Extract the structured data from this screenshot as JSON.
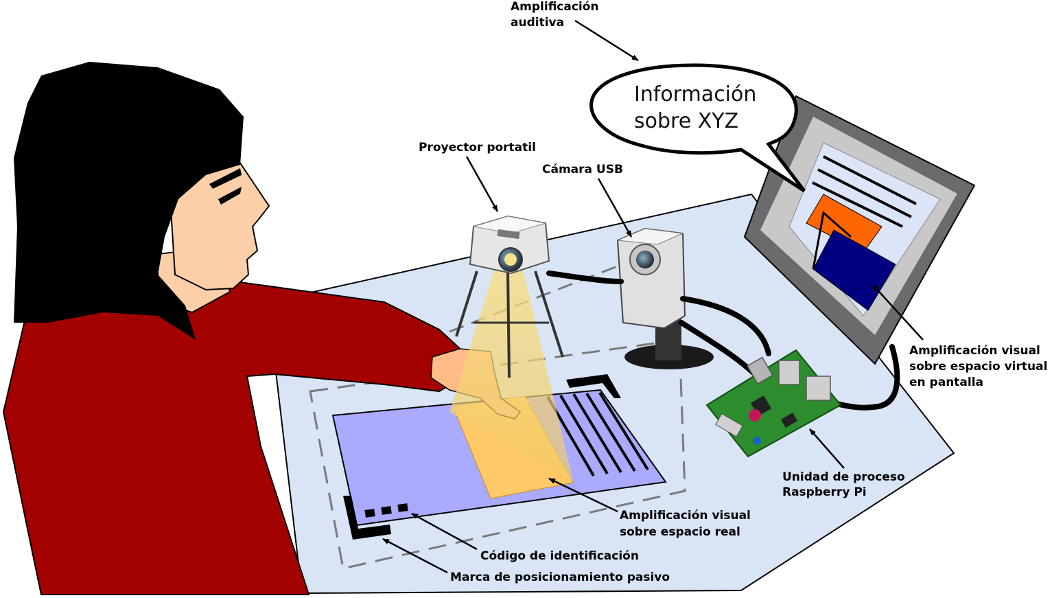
{
  "labels": {
    "audio_line1": "Amplificación",
    "audio_line2": "auditiva",
    "bubble_line1": "Información",
    "bubble_line2": "sobre XYZ",
    "projector": "Proyector portatil",
    "camera": "Cámara USB",
    "virtual_line1": "Amplificación visual",
    "virtual_line2": "sobre espacio virtual",
    "virtual_line3": "en pantalla",
    "pi_line1": "Unidad de proceso",
    "pi_line2": "Raspberry Pi",
    "real_line1": "Amplificación visual",
    "real_line2": "sobre espacio real",
    "code": "Código de identificación",
    "marker": "Marca de posicionamiento pasivo"
  },
  "colors": {
    "table": "#d9e4f5",
    "shirt": "#a30000",
    "skin": "#fccfa8",
    "hair": "#000000",
    "sheet": "#aaaaff",
    "beam": "#f5d77a",
    "projection": "#ffc966",
    "monitor_frame": "#6b6b6b",
    "screen_orange": "#ff6600",
    "screen_blue": "#000080",
    "board_green": "#2d8c2d"
  }
}
